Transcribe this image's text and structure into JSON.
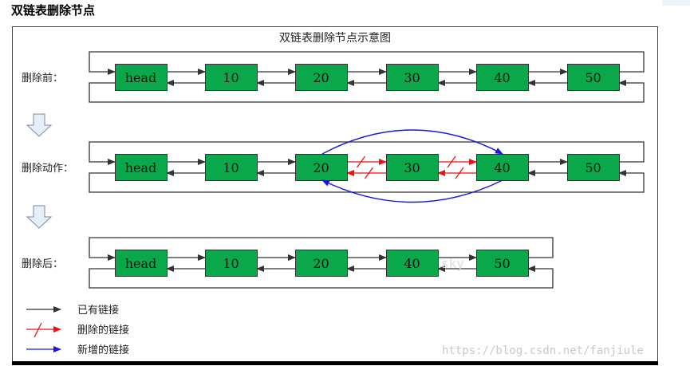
{
  "page": {
    "heading": "双链表删除节点"
  },
  "figure": {
    "title": "双链表删除节点示意图",
    "rows": [
      {
        "label": "删除前：",
        "nodes": [
          "head",
          "10",
          "20",
          "30",
          "40",
          "50"
        ]
      },
      {
        "label": "删除动作：",
        "nodes": [
          "head",
          "10",
          "20",
          "30",
          "40",
          "50"
        ]
      },
      {
        "label": "删除后：",
        "nodes": [
          "head",
          "10",
          "20",
          "40",
          "50"
        ]
      }
    ],
    "legend": [
      {
        "label": "已有链接",
        "color": "#333333",
        "style": "existing"
      },
      {
        "label": "删除的链接",
        "color": "#ee1111",
        "style": "deleted"
      },
      {
        "label": "新增的链接",
        "color": "#1a1ad6",
        "style": "added"
      }
    ],
    "node_color": "#0aa84a",
    "watermark_faint": "sky",
    "watermark_url": "https://blog.csdn.net/fanjiule"
  }
}
